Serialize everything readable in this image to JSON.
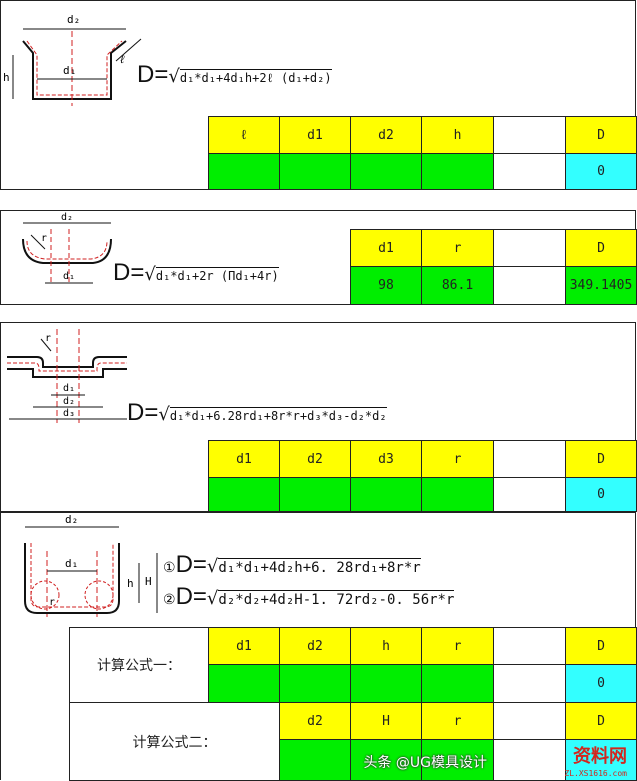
{
  "section1": {
    "formula_lhs": "D=",
    "formula_rhs": "d₁*d₁+4d₁h+2ℓ (d₁+d₂)",
    "dim_labels": [
      "d₂",
      "d₁",
      "h",
      "ℓ"
    ],
    "headers": [
      "ℓ",
      "d1",
      "d2",
      "h",
      "",
      "D"
    ],
    "values": [
      "",
      "",
      "",
      "",
      "",
      "0"
    ]
  },
  "section2": {
    "formula_lhs": "D=",
    "formula_rhs": "d₁*d₁+2r (Πd₁+4r)",
    "dim_labels": [
      "d₂",
      "r",
      "d₁"
    ],
    "headers": [
      "d1",
      "r",
      "",
      "D"
    ],
    "values": [
      "98",
      "86.1",
      "",
      "349.1405"
    ]
  },
  "section3": {
    "formula_lhs": "D=",
    "formula_rhs": "d₁*d₁+6.28rd₁+8r*r+d₃*d₃-d₂*d₂",
    "dim_labels": [
      "r",
      "d₁",
      "d₂",
      "d₃"
    ],
    "headers": [
      "d1",
      "d2",
      "d3",
      "r",
      "",
      "D"
    ],
    "values": [
      "",
      "",
      "",
      "",
      "",
      "0"
    ]
  },
  "section4": {
    "formula1_marker": "①",
    "formula1_lhs": "D=",
    "formula1_rhs": "d₁*d₁+4d₂h+6. 28rd₁+8r*r",
    "formula2_marker": "②",
    "formula2_lhs": "D=",
    "formula2_rhs": "d₂*d₂+4d₂H-1. 72rd₂-0. 56r*r",
    "dim_labels": [
      "d₂",
      "d₁",
      "h",
      "H",
      "r"
    ],
    "calc1_label": "计算公式一：",
    "calc1_headers": [
      "d1",
      "d2",
      "h",
      "r",
      "",
      "D"
    ],
    "calc1_values": [
      "",
      "",
      "",
      "",
      "",
      "0"
    ],
    "calc2_label": "计算公式二：",
    "calc2_headers": [
      "d2",
      "H",
      "r",
      "",
      "D"
    ]
  },
  "watermark": {
    "text": "头条 @UG模具设计",
    "logo": "资料网",
    "site": "ZL.XS1616.com"
  },
  "colors": {
    "header": "#ffff00",
    "input": "#00ee00",
    "result": "#33ffff"
  }
}
